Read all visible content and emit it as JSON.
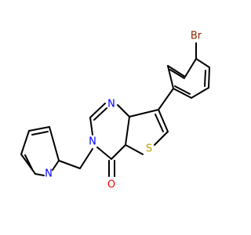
{
  "atoms": {
    "br": {
      "label": "Br",
      "color": "#8B2500"
    },
    "n_pyrimidine_top": {
      "label": "N",
      "color": "#0000FF"
    },
    "n_pyrimidine_3": {
      "label": "N",
      "color": "#0000FF"
    },
    "n_pyridine": {
      "label": "N",
      "color": "#0000FF"
    },
    "s_thiophene": {
      "label": "S",
      "color": "#B8A000"
    },
    "o_carbonyl": {
      "label": "O",
      "color": "#FF0000"
    }
  }
}
